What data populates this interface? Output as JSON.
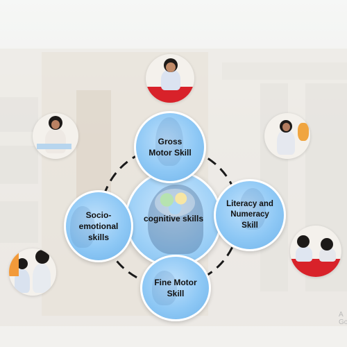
{
  "diagram": {
    "center_label": "cognitive skills",
    "nodes": [
      {
        "id": "gross-motor",
        "label_lines": [
          "Gross",
          "Motor Skill"
        ]
      },
      {
        "id": "literacy",
        "label_lines": [
          "Literacy and",
          "Numeracy",
          "Skill"
        ]
      },
      {
        "id": "fine-motor",
        "label_lines": [
          "Fine Motor",
          "Skill"
        ]
      },
      {
        "id": "socio-emotional",
        "label_lines": [
          "Socio-",
          "emotional",
          "skills"
        ]
      }
    ]
  },
  "watermark": {
    "line1": "A",
    "line2": "Go"
  },
  "colors": {
    "bubble": "#8ec8f5",
    "bubble_border": "#ffffff",
    "ring": "#1a1a1a"
  },
  "photos": [
    {
      "id": "photo-top",
      "icon": "child-at-table-photo"
    },
    {
      "id": "photo-left-upper",
      "icon": "child-holding-board-photo"
    },
    {
      "id": "photo-right-upper",
      "icon": "child-with-teacher-photo"
    },
    {
      "id": "photo-left-lower",
      "icon": "two-children-photo"
    },
    {
      "id": "photo-right-lower",
      "icon": "two-children-table-photo"
    }
  ]
}
